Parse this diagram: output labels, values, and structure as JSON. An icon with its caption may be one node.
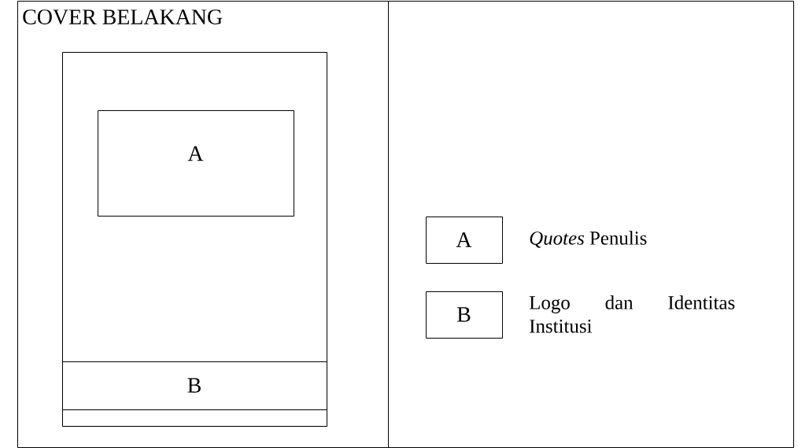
{
  "diagram": {
    "nodes": [
      {
        "text": [
          "COVER BELAKANG"
        ]
      },
      {
        "text": [],
        "shape": "box",
        "in": 0
      },
      {
        "text": [
          "A"
        ],
        "in": 1
      },
      {
        "text": [
          "B"
        ],
        "in": 1
      },
      {
        "text": [],
        "shape": "box",
        "in": 1
      },
      {
        "text": [],
        "shape": "box"
      },
      {
        "text": [
          "A"
        ],
        "beside": [
          "*Quotes* Penulis"
        ],
        "in": 5
      },
      {
        "text": [
          "B"
        ],
        "beside": [
          "Logo dan Identitas Institusi"
        ],
        "in": 5
      }
    ]
  }
}
